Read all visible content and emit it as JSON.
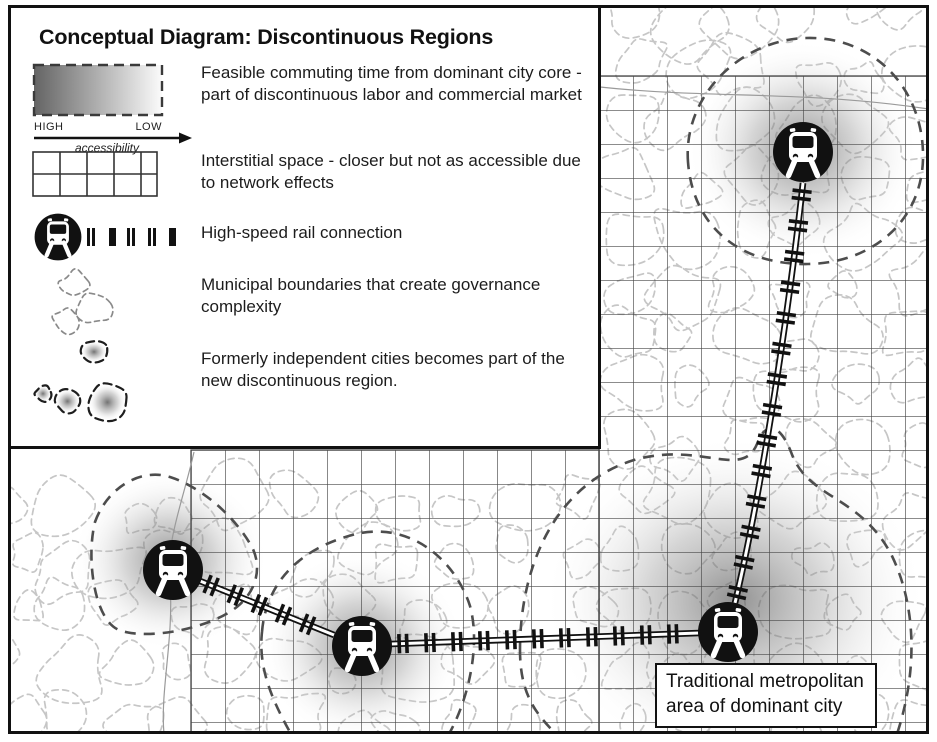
{
  "title": "Conceptual Diagram: Discontinuous Regions",
  "legend": {
    "gradient": {
      "description": "Feasible commuting time from dominant city core - part of discontinuous labor and commercial market",
      "high_label": "HIGH",
      "low_label": "LOW",
      "axis_label": "accessibility"
    },
    "interstitial": {
      "description": "Interstitial space - closer but not as accessible due to network effects"
    },
    "rail": {
      "description": "High-speed rail connection"
    },
    "municipal": {
      "description": "Municipal boundaries that create governance complexity"
    },
    "former_cities": {
      "description": "Formerly independent cities becomes part of the new discontinuous region."
    }
  },
  "map": {
    "dominant_city_label": "Traditional metropolitan area of dominant city",
    "station_icon": "train-station-icon",
    "station_count": 4
  },
  "colors": {
    "ink": "#111111",
    "grid_line": "#474747",
    "municipal_dash": "#c6c6c6",
    "city_boundary_dash": "#4d4d4d",
    "gradient_dark": "#646464",
    "background": "#ffffff"
  }
}
